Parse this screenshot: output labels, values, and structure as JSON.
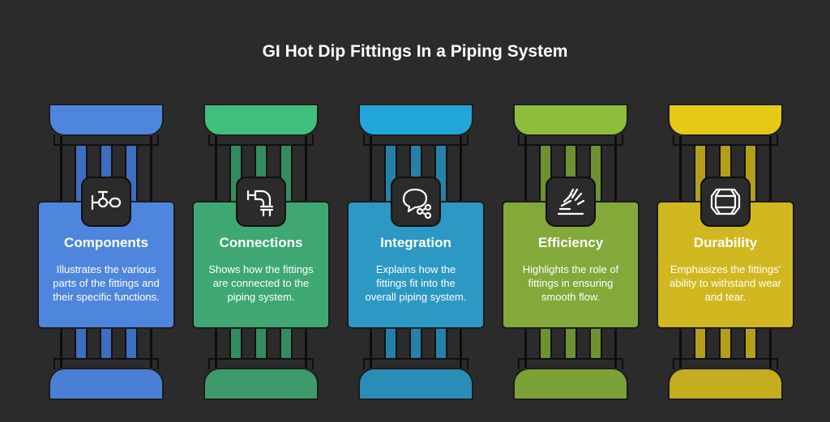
{
  "title": "GI Hot Dip Fittings In a Piping System",
  "pillars": [
    {
      "label": "Components",
      "desc": "Illustrates the various parts of the fittings and their specific functions.",
      "icon": "valve-icon",
      "color": "#4f86dd",
      "color_dark": "#3d6fc0",
      "cap_bottom": "#4a7fd3"
    },
    {
      "label": "Connections",
      "desc": "Shows how the fittings are connected to the piping system.",
      "icon": "pipe-elbow-icon",
      "color": "#3fa872",
      "color_dark": "#338c5f",
      "cap_bottom": "#3c9b69"
    },
    {
      "label": "Integration",
      "desc": "Explains how the fittings fit into the overall piping system.",
      "icon": "chat-network-icon",
      "color": "#2c98c4",
      "color_dark": "#2681a8",
      "cap_bottom": "#2a8db8"
    },
    {
      "label": "Efficiency",
      "desc": "Highlights the role of fittings in ensuring smooth flow.",
      "icon": "speed-gauge-icon",
      "color": "#82a93a",
      "color_dark": "#6e9131",
      "cap_bottom": "#7ba236"
    },
    {
      "label": "Durability",
      "desc": "Emphasizes the fittings' ability to withstand wear and tear.",
      "icon": "pipe-coupling-icon",
      "color": "#d1b820",
      "color_dark": "#b59f1a",
      "cap_bottom": "#c4ad1e"
    }
  ]
}
